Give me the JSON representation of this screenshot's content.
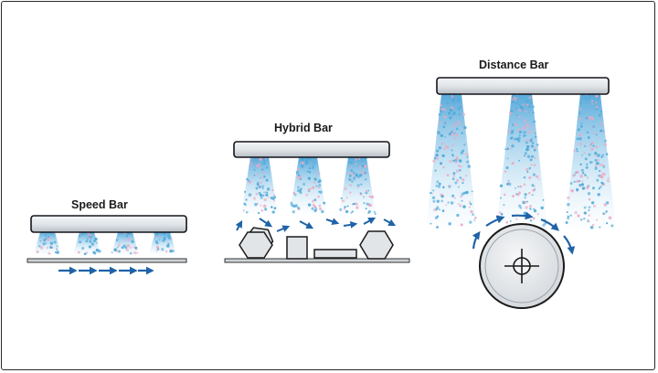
{
  "labels": {
    "speed": "Speed Bar",
    "hybrid": "Hybrid Bar",
    "distance": "Distance Bar"
  },
  "colors": {
    "bar_fill": "#e3e6ea",
    "bar_outline": "#14141c",
    "spray_blue": "#4fa8d8",
    "spray_pink": "#e9a9c4",
    "arrow": "#1f63a8",
    "object_fill": "#e2e5e8",
    "object_outline": "#1a1a1a"
  }
}
